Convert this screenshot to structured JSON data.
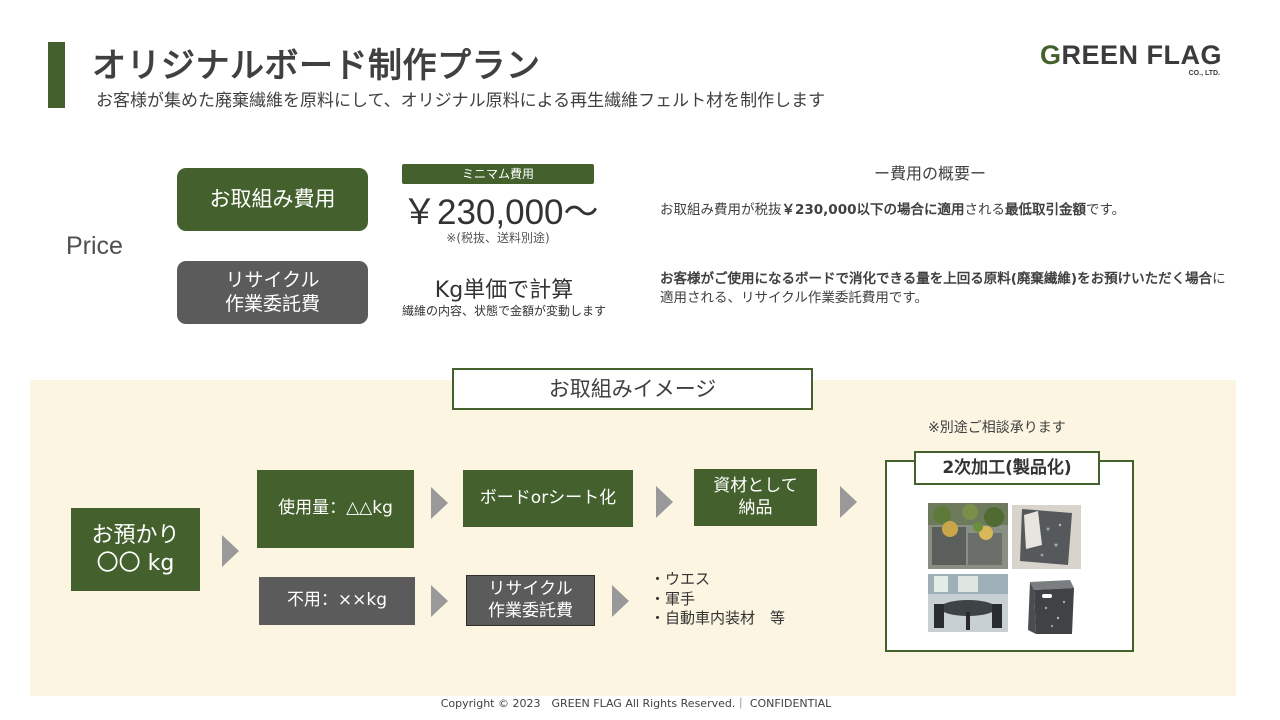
{
  "header": {
    "title": "オリジナルボード制作プラン",
    "subtitle": "お客様が集めた廃棄繊維を原料にして、オリジナル原料による再生繊維フェルト材を制作します"
  },
  "logo": {
    "main_first": "G",
    "main_rest": "REEN FLAG",
    "sub": "CO., LTD."
  },
  "price": {
    "label": "Price",
    "participation_label": "お取組み費用",
    "recycle_label_line1": "リサイクル",
    "recycle_label_line2": "作業委託費",
    "minimum_tag": "ミニマム費用",
    "amount": "￥230,000～",
    "amount_note": "※(税抜、送料別途)",
    "kg_calc": "Kg単価で計算",
    "kg_note": "繊維の内容、状態で金額が変動します"
  },
  "overview": {
    "title": "ー費用の概要ー",
    "line1_a": "お取組み費用が税抜",
    "line1_b": "￥230,000以下の場合に適用",
    "line1_c": "される",
    "line1_d": "最低取引金額",
    "line1_e": "です。",
    "line2_a": "お客様がご使用になるボードで消化できる量を上回る原料(廃棄繊維)をお預けいただく場合",
    "line2_b": "に適用される、リサイクル作業委託費用です。"
  },
  "image_section": {
    "title": "お取組みイメージ",
    "deposit_line1": "お預かり",
    "deposit_line2": "〇〇 kg",
    "use_amount": "使用量：△△kg",
    "board": "ボードorシート化",
    "material_line1": "資材として",
    "material_line2": "納品",
    "unused": "不用：××kg",
    "recycle_line1": "リサイクル",
    "recycle_line2": "作業委託費",
    "uses": [
      "・ウエス",
      "・軍手",
      "・自動車内装材　等"
    ],
    "consult_note": "※別途ご相談承ります",
    "product_label": "2次加工(製品化)"
  },
  "colors": {
    "brand_green": "#44612d",
    "gray_box": "#5b5b5b",
    "panel_cream": "#fcf5e1",
    "arrow_gray": "#999999"
  },
  "icons": [
    "arrow-right-icon"
  ],
  "footer": {
    "text": "Copyright © 2023　GREEN FLAG All Rights Reserved.｜ CONFIDENTIAL"
  }
}
